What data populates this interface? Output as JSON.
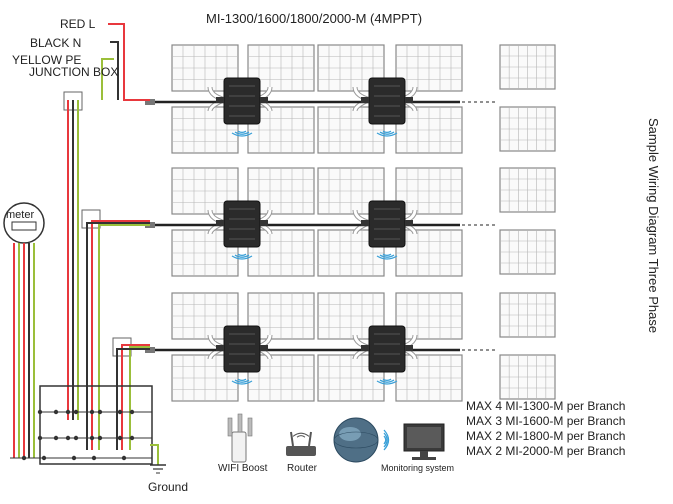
{
  "diagram": {
    "title": "MI-1300/1600/1800/2000-M (4MPPT)",
    "side_title": "Sample Wiring Diagram Three Phase",
    "wires": {
      "red_label": "RED L",
      "black_label": "BLACK N",
      "yellow_label": "YELLOW PE"
    },
    "junction_box_label": "JUNCTION BOX",
    "meter_label": "meter",
    "ground_label": "Ground",
    "devices": {
      "wifi_boost": "WIFI Boost",
      "router": "Router",
      "monitoring": "Monitoring system"
    },
    "max_per_branch": [
      "MAX 4 MI-1300-M per Branch",
      "MAX 3 MI-1600-M per Branch",
      "MAX 2 MI-1800-M per Branch",
      "MAX 2 MI-2000-M per Branch"
    ],
    "colors": {
      "red_wire": "#e8383d",
      "black_wire": "#333333",
      "yellow_wire": "#9bbf3a",
      "inverter": "#2b2b2b",
      "panel": "#888888",
      "signal": "#3aa0d8"
    }
  }
}
